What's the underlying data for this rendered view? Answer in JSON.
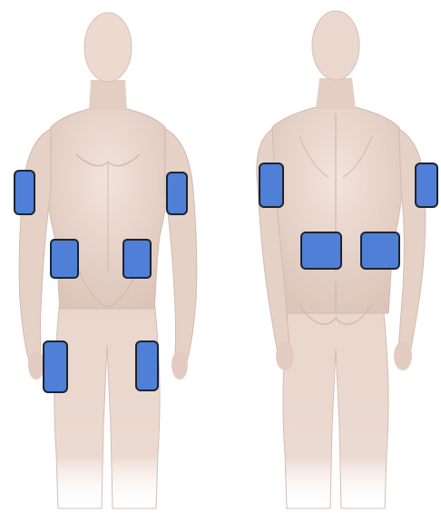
{
  "colors": {
    "background": "#ffffff",
    "skin": "#e9d6cc",
    "skin_shadow": "#cdb5aa",
    "skin_highlight": "#f4e7e0",
    "site_fill": "#4f7fd6",
    "site_stroke": "#1b2430"
  },
  "figures": [
    {
      "view": "front",
      "sites": [
        "right-upper-arm",
        "left-upper-arm",
        "right-abdomen",
        "left-abdomen",
        "right-thigh",
        "left-thigh"
      ]
    },
    {
      "view": "back",
      "sites": [
        "right-upper-arm",
        "left-upper-arm",
        "right-lower-back",
        "left-lower-back"
      ]
    }
  ]
}
